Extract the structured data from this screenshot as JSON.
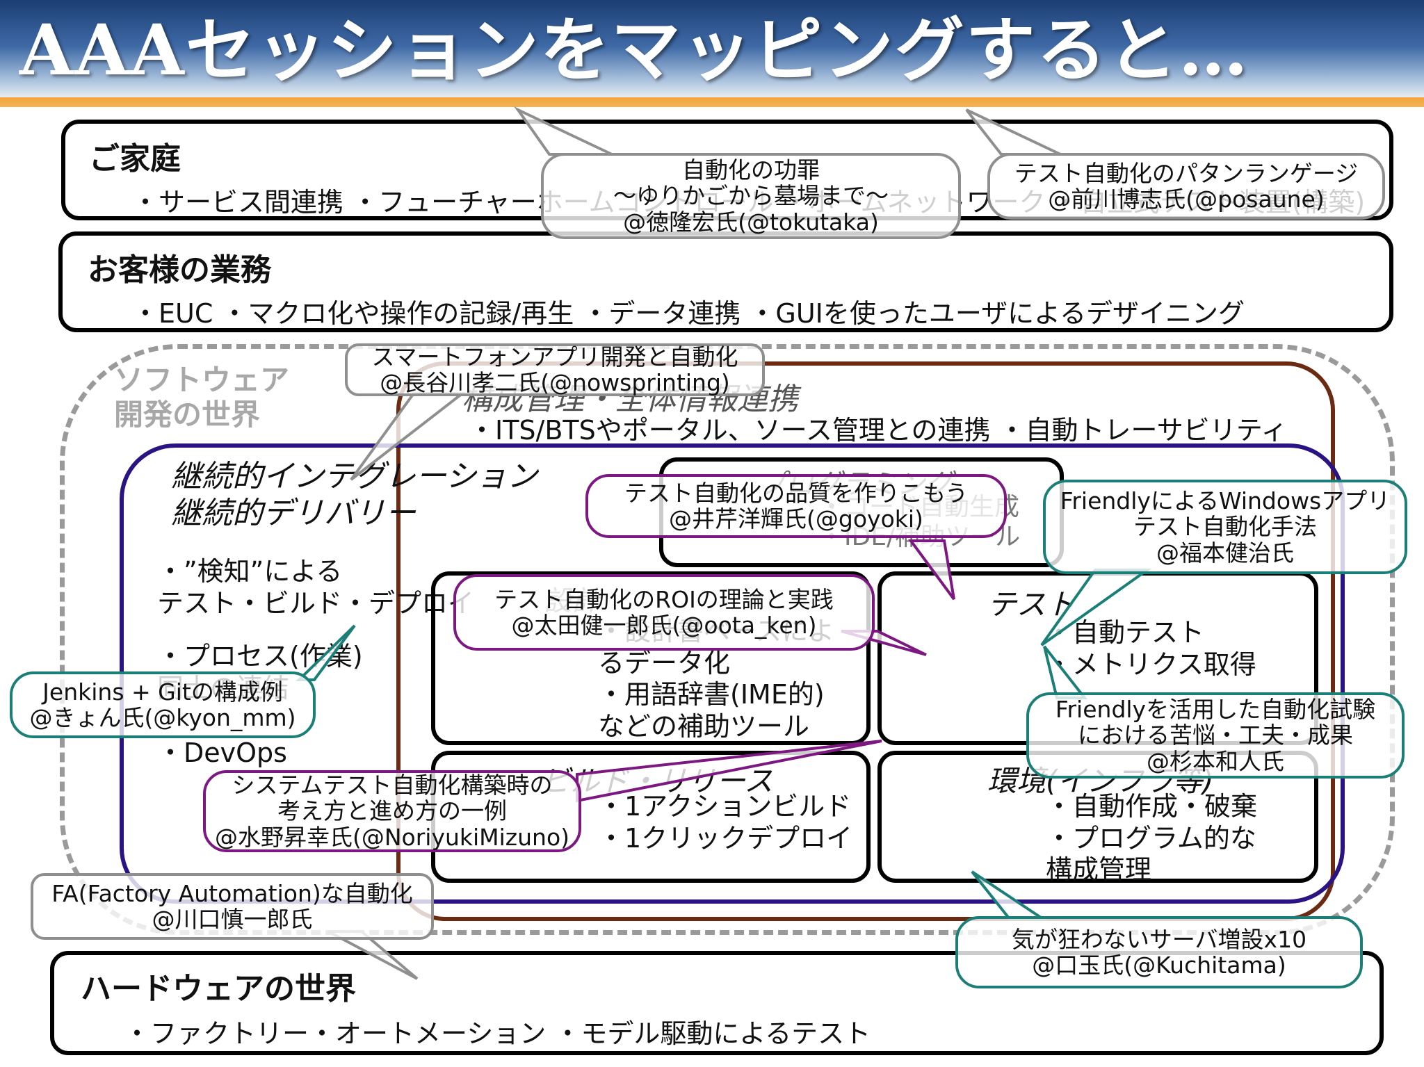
{
  "title": "AAAセッションをマッピングすると…",
  "colors": {
    "header": "#2f558e",
    "accent_bar": "#f2a43a",
    "software_frame": "#9a9a9a",
    "config_frame": "#6b2a12",
    "ci_frame": "#2b1384",
    "bubble_gray": "#8f8f8f",
    "bubble_purple": "#7d1781",
    "bubble_teal": "#1a7f77"
  },
  "home": {
    "title": "ご家庭",
    "items": "・サービス間連携 ・フューチャーホームコントロール ・ホームネットワーク ・自立式テスト装置(構築)"
  },
  "business": {
    "title": "お客様の業務",
    "items": "・EUC ・マクロ化や操作の記録/再生 ・データ連携 ・GUIを使ったユーザによるデザイニング"
  },
  "software": {
    "label": "ソフトウェア\n開発の世界"
  },
  "config": {
    "title": "構成管理・全体情報連携",
    "items": "・ITS/BTSやポータル、ソース管理との連携 ・自動トレーサビリティ"
  },
  "ci": {
    "title": "継続的インテグレーション\n継続的デリバリー",
    "item_detect": "・”検知”による\nテスト・ビルド・デプロイ",
    "item_process": "・プロセス(作業)\n同士の連結",
    "item_devops": "・DevOps"
  },
  "programming": {
    "title": "プログラミング",
    "items": "・コード自動生成\n・IDE/補助ツール"
  },
  "design": {
    "title": "設計",
    "items": "・設計書ベースによ\nるデータ化\n・用語辞書(IME的)\nなどの補助ツール"
  },
  "test": {
    "title": "テスト",
    "items": "・自動テスト\n・メトリクス取得"
  },
  "build": {
    "title": "ビルド・リリース",
    "items": "・1アクションビルド\n・1クリックデプロイ"
  },
  "env": {
    "title": "環境(インフラ等)",
    "items": "・自動作成・破棄\n・プログラム的な\n構成管理"
  },
  "hardware": {
    "title": "ハードウェアの世界",
    "items": "・ファクトリー・オートメーション ・モデル駆動によるテスト"
  },
  "bubbles": {
    "automation_merit": [
      "自動化の功罪",
      "～ゆりかごから墓場まで～",
      "@徳隆宏氏(@tokutaka)"
    ],
    "pattern_language": [
      "テスト自動化のパタンランゲージ",
      "@前川博志氏(@posaune)"
    ],
    "smartphone": [
      "スマートフォンアプリ開発と自動化",
      "@長谷川孝二氏(@nowsprinting)"
    ],
    "quality": [
      "テスト自動化の品質を作りこもう",
      "@井芹洋輝氏(@goyoki)"
    ],
    "friendly_windows": [
      "FriendlyによるWindowsアプリ",
      "テスト自動化手法",
      "@福本健治氏"
    ],
    "roi": [
      "テスト自動化のROIの理論と実践",
      "@太田健一郎氏(@oota_ken)"
    ],
    "jenkins": [
      "Jenkins + Gitの構成例",
      "@きょん氏(@kyon_mm)"
    ],
    "friendly_trial": [
      "Friendlyを活用した自動化試験",
      "における苦悩・工夫・成果",
      "@杉本和人氏"
    ],
    "system_test": [
      "システムテスト自動化構築時の",
      "考え方と進め方の一例",
      "@水野昇幸氏(@NoriyukiMizuno)"
    ],
    "fa": [
      "FA(Factory Automation)な自動化",
      "@川口慎一郎氏"
    ],
    "server": [
      "気が狂わないサーバ増設x10",
      "@口玉氏(@Kuchitama)"
    ]
  }
}
